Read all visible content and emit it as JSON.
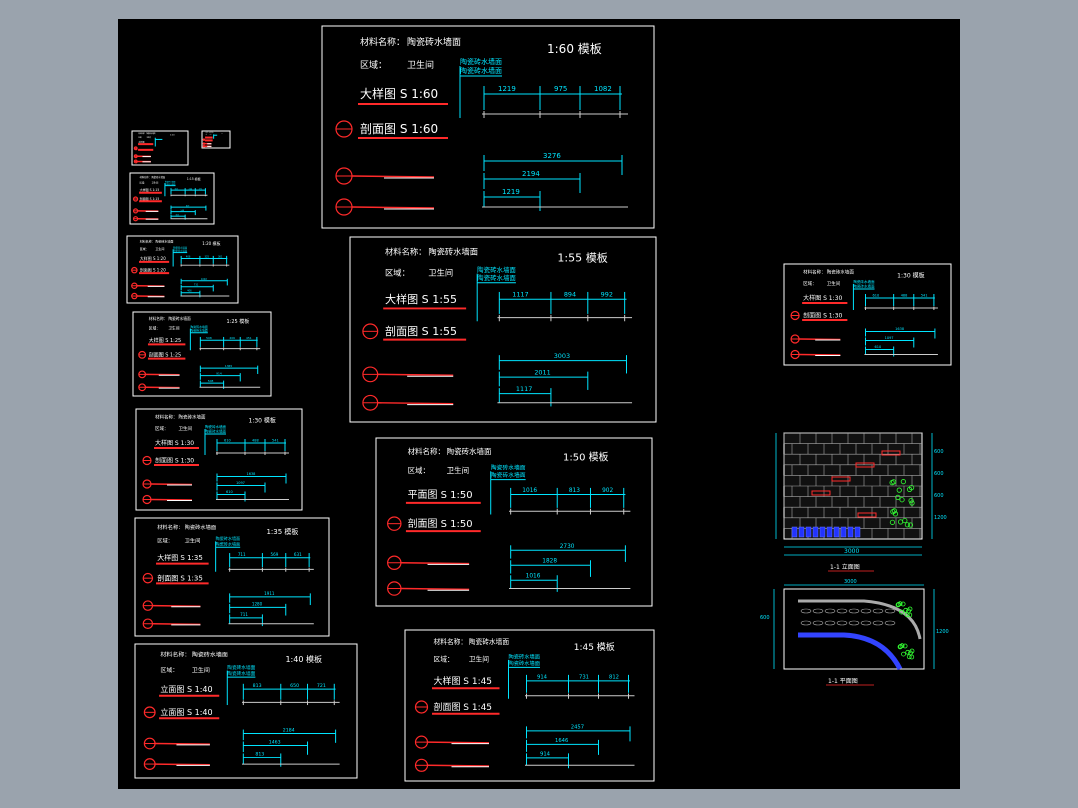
{
  "colors": {
    "frame": "#ffffff",
    "dim": "#00e5ff",
    "text": "#ffffff",
    "red": "#ff2a2a",
    "line": "#cccccc",
    "green": "#33ff33",
    "background": "#000000",
    "outer": "#9aa3ad"
  },
  "templates": [
    {
      "scale": "1:60 模板",
      "material_label": "材料名称：",
      "material_value": "陶瓷砖水墙面",
      "area_label": "区域：",
      "area_value": "卫生间",
      "note1": "陶瓷砖水墙面",
      "note2": "陶瓷砖水墙面",
      "title1": "大样图  S 1:60",
      "title2": "剖面图  S 1:60",
      "top_dims": [
        "1219",
        "975",
        "1082"
      ],
      "bottom_dims": [
        "3276",
        "2194",
        "1219"
      ]
    },
    {
      "scale": "1:55 模板",
      "material_label": "材料名称：",
      "material_value": "陶瓷砖水墙面",
      "area_label": "区域：",
      "area_value": "卫生间",
      "note1": "陶瓷砖水墙面",
      "note2": "陶瓷砖水墙面",
      "title1": "大样图  S 1:55",
      "title2": "剖面图  S 1:55",
      "top_dims": [
        "1117",
        "894",
        "992"
      ],
      "bottom_dims": [
        "3003",
        "2011",
        "1117"
      ]
    },
    {
      "scale": "1:50 模板",
      "material_label": "材料名称：",
      "material_value": "陶瓷砖水墙面",
      "area_label": "区域：",
      "area_value": "卫生间",
      "note1": "陶瓷砖水墙面",
      "note2": "陶瓷砖水墙面",
      "title1": "平面图  S 1:50",
      "title2": "剖面图  S 1:50",
      "top_dims": [
        "1016",
        "813",
        "902"
      ],
      "bottom_dims": [
        "2730",
        "1828",
        "1016"
      ]
    },
    {
      "scale": "1:45 模板",
      "material_label": "材料名称：",
      "material_value": "陶瓷砖水墙面",
      "area_label": "区域：",
      "area_value": "卫生间",
      "note1": "陶瓷砖水墙面",
      "note2": "陶瓷砖水墙面",
      "title1": "大样图  S 1:45",
      "title2": "剖面图  S 1:45",
      "top_dims": [
        "914",
        "731",
        "812"
      ],
      "bottom_dims": [
        "2457",
        "1646",
        "914"
      ]
    },
    {
      "scale": "1:40 模板",
      "material_label": "材料名称：",
      "material_value": "陶瓷砖水墙面",
      "area_label": "区域：",
      "area_value": "卫生间",
      "note1": "陶瓷砖水墙面",
      "note2": "陶瓷砖水墙面",
      "title1": "立面图  S 1:40",
      "title2": "立面图  S 1:40",
      "top_dims": [
        "813",
        "650",
        "721"
      ],
      "bottom_dims": [
        "2184",
        "1463",
        "813"
      ]
    },
    {
      "scale": "1:35 模板",
      "material_label": "材料名称：",
      "material_value": "陶瓷砖水墙面",
      "area_label": "区域：",
      "area_value": "卫生间",
      "note1": "陶瓷砖水墙面",
      "note2": "陶瓷砖水墙面",
      "title1": "大样图  S 1:35",
      "title2": "剖面图  S 1:35",
      "top_dims": [
        "711",
        "569",
        "631"
      ],
      "bottom_dims": [
        "1911",
        "1280",
        "711"
      ]
    },
    {
      "scale": "1:30 模板",
      "material_label": "材料名称：",
      "material_value": "陶瓷砖水墙面",
      "area_label": "区域：",
      "area_value": "卫生间",
      "note1": "陶瓷砖水墙面",
      "note2": "陶瓷砖水墙面",
      "title1": "大样图  S 1:30",
      "title2": "剖面图  S 1:30",
      "top_dims": [
        "610",
        "488",
        "541"
      ],
      "bottom_dims": [
        "1638",
        "1097",
        "610"
      ]
    },
    {
      "scale": "1:25 模板",
      "material_label": "材料名称：",
      "material_value": "陶瓷砖水墙面",
      "area_label": "区域：",
      "area_value": "卫生间",
      "note1": "陶瓷砖水墙面",
      "note2": "陶瓷砖水墙面",
      "title1": "大样图  S 1:25",
      "title2": "剖面图  S 1:25",
      "top_dims": [
        "508",
        "406",
        "451"
      ],
      "bottom_dims": [
        "1365",
        "914",
        "508"
      ]
    },
    {
      "scale": "1:20 模板",
      "material_label": "材料名称：",
      "material_value": "陶瓷砖水墙面",
      "area_label": "区域：",
      "area_value": "卫生间",
      "note1": "陶瓷砖水墙面",
      "note2": "陶瓷砖水墙面",
      "title1": "大样图  S 1:20",
      "title2": "剖面图  S 1:20",
      "top_dims": [
        "406",
        "325",
        "361"
      ],
      "bottom_dims": [
        "1092",
        "731",
        "406"
      ]
    },
    {
      "scale": "1:15 模板",
      "material_label": "材料名称：",
      "material_value": "陶瓷砖水墙面",
      "area_label": "区域：",
      "area_value": "卫生间",
      "note1": "陶瓷砖水墙面",
      "note2": "陶瓷砖水墙面",
      "title1": "大样图  S 1:15",
      "title2": "剖面图  S 1:15",
      "top_dims": [
        "305",
        "244",
        "271"
      ],
      "bottom_dims": [
        "819",
        "548",
        "305"
      ]
    },
    {
      "scale": "1:10",
      "material_label": "材料名称：",
      "material_value": "陶瓷砖水墙面",
      "area_label": "区域：",
      "area_value": "卫生间",
      "note1": "",
      "note2": "",
      "title1": "大样图",
      "title2": "",
      "top_dims": [],
      "bottom_dims": []
    },
    {
      "scale": "1:5",
      "material_label": "材料名称：",
      "material_value": "陶瓷砖水墙面",
      "area_label": "区域：",
      "area_value": "卫生间",
      "note1": "",
      "note2": "",
      "title1": "",
      "title2": "",
      "top_dims": [],
      "bottom_dims": []
    },
    {
      "scale": "1:30 模板",
      "material_label": "材料名称：",
      "material_value": "陶瓷砖水墙面",
      "area_label": "区域：",
      "area_value": "卫生间",
      "note1": "陶瓷砖水墙面",
      "note2": "陶瓷砖水墙面",
      "title1": "大样图  S 1:30",
      "title2": "剖面图  S 1:30",
      "top_dims": [
        "610",
        "488",
        "541"
      ],
      "bottom_dims": [
        "1638",
        "1097",
        "610"
      ]
    }
  ],
  "elevation": {
    "label": "1-1 立面图",
    "dims": [
      "3000",
      "600",
      "600",
      "600",
      "1200"
    ]
  },
  "plan": {
    "label": "1-1 平面图",
    "dims": [
      "3000",
      "1200",
      "600"
    ]
  }
}
